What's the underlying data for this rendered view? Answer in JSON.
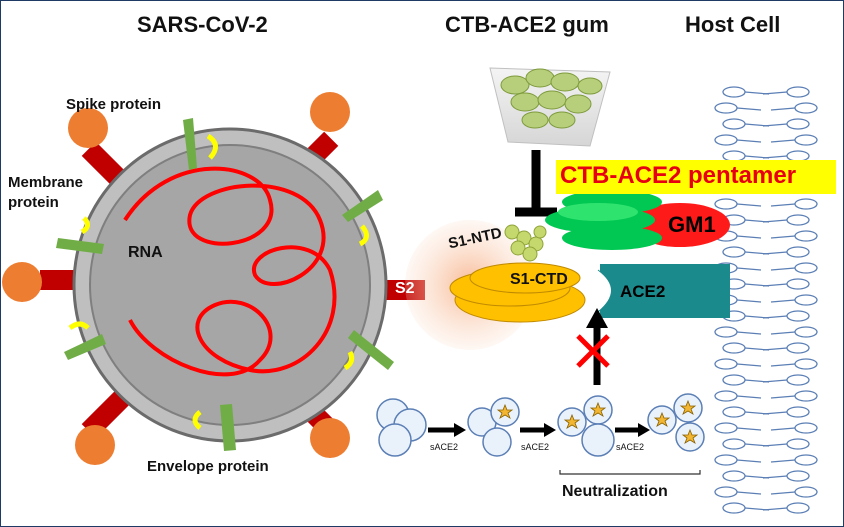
{
  "titles": {
    "virus": "SARS-CoV-2",
    "gum": "CTB-ACE2 gum",
    "host": "Host Cell"
  },
  "labels": {
    "spike": "Spike protein",
    "membrane_line1": "Membrane",
    "membrane_line2": "protein",
    "rna": "RNA",
    "envelope": "Envelope protein",
    "s2": "S2",
    "s1_ntd": "S1-NTD",
    "s1_ctd": "S1-CTD",
    "ace2": "ACE2",
    "gm1": "GM1",
    "pentamer": "CTB-ACE2 pentamer",
    "sace2_1": "sACE2",
    "sace2_2": "sACE2",
    "sace2_3": "sACE2",
    "neutralization": "Neutralization"
  },
  "colors": {
    "spike_red": "#c00000",
    "spike_orange": "#ed7d31",
    "virus_body": "#a6a6a6",
    "rna": "#ff0000",
    "membrane_green": "#70ad47",
    "envelope_yellow": "#ffff00",
    "ctb_green": "#00c853",
    "gm1_red": "#ff1a1a",
    "ace2_teal": "#1b8a8c",
    "s1_orange": "#ffc000",
    "s1_ntd_green": "#c5d86d",
    "pentamer_text": "#e60012",
    "pentamer_bg": "#ffff00",
    "lipid_blue": "#5b7fb5"
  }
}
